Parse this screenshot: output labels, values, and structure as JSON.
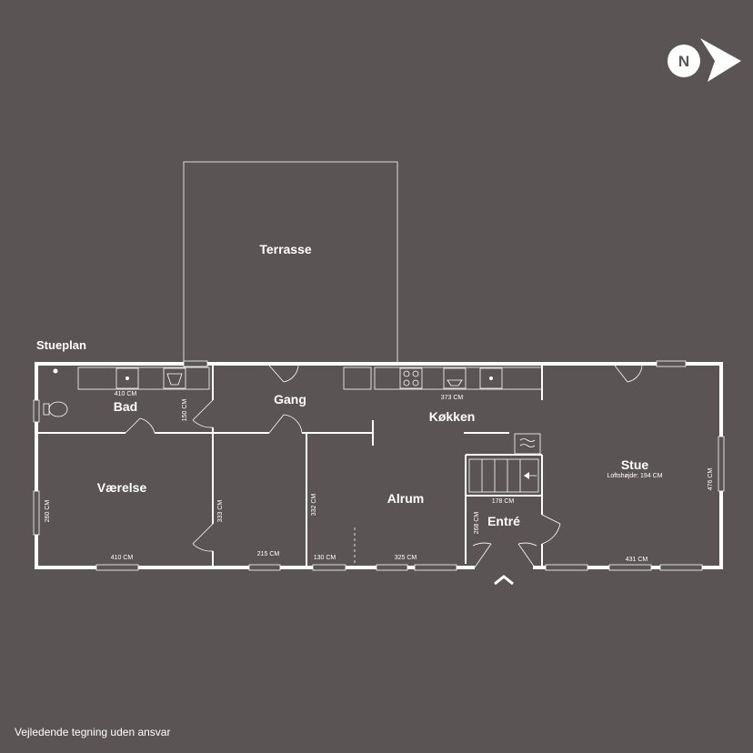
{
  "plan": {
    "title": "Stueplan",
    "disclaimer": "Vejledende tegning uden ansvar",
    "compass_letter": "N",
    "rooms": {
      "terrasse": "Terrasse",
      "bad": "Bad",
      "gang": "Gang",
      "koekken": "Køkken",
      "stue": "Stue",
      "vaerelse": "Værelse",
      "alrum": "Alrum",
      "entre": "Entré"
    },
    "dimensions": {
      "bad_width": "410 CM",
      "bad_depth": "150 CM",
      "koekken_width": "373 CM",
      "vaerelse_depth": "260 CM",
      "vaerelse_width": "410 CM",
      "hall_depth": "333 CM",
      "hall_width": "215 CM",
      "alrum_depth": "332 CM",
      "alrum_side": "130 CM",
      "alrum_width": "325 CM",
      "entre_width": "178 CM",
      "entre_depth": "268 CM",
      "stue_width": "431 CM",
      "stue_depth": "476 CM"
    },
    "stue_ceiling_height": "Loftshøjde: 194 CM"
  }
}
